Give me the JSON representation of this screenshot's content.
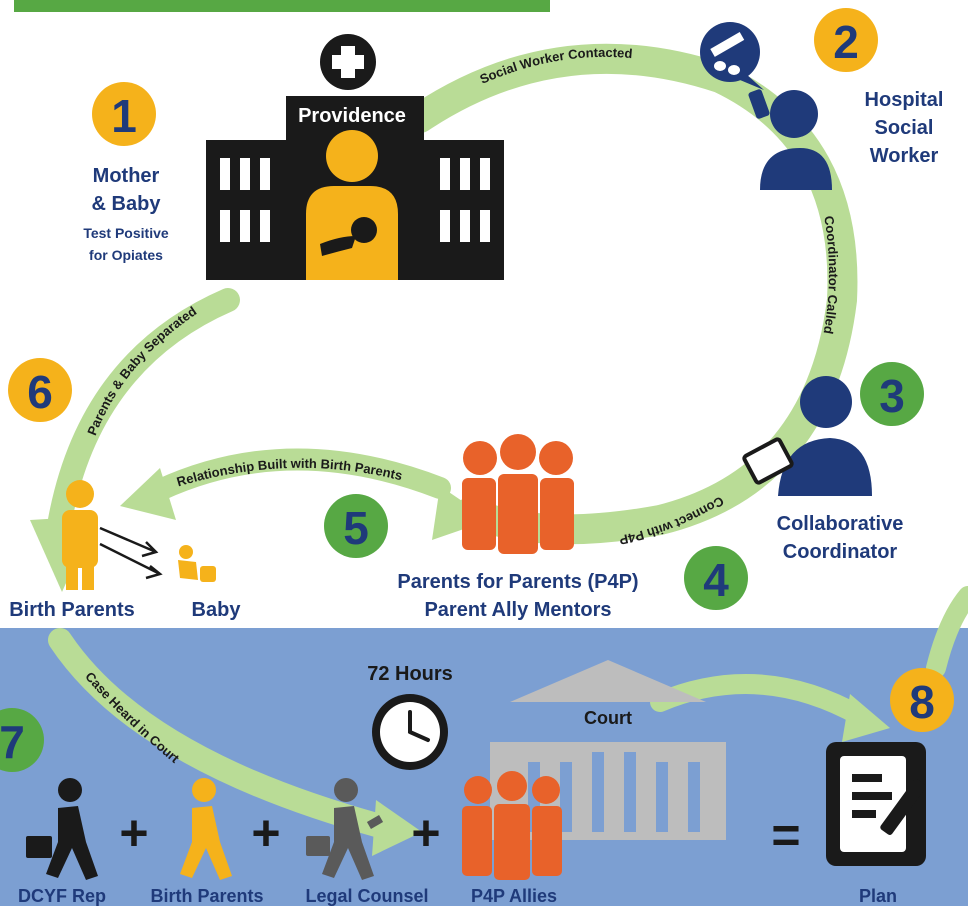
{
  "steps": [
    {
      "num": "1",
      "color": "#F5B21B",
      "title_line1": "Mother",
      "title_line2": "& Baby",
      "sub_line1": "Test Positive",
      "sub_line2": "for Opiates"
    },
    {
      "num": "2",
      "color": "#F5B21B",
      "title_line1": "Hospital",
      "title_line2": "Social",
      "title_line3": "Worker"
    },
    {
      "num": "3",
      "color": "#57A844",
      "title_line1": "Collaborative",
      "title_line2": "Coordinator"
    },
    {
      "num": "4",
      "color": "#57A844"
    },
    {
      "num": "5",
      "color": "#57A844",
      "title_line1": "Parents for Parents (P4P)",
      "title_line2": "Parent Ally Mentors"
    },
    {
      "num": "6",
      "color": "#F5B21B"
    },
    {
      "num": "7",
      "color": "#57A844"
    },
    {
      "num": "8",
      "color": "#F5B21B"
    }
  ],
  "hospital": {
    "name": "Providence"
  },
  "arrows": {
    "social_worker_contacted": "Social Worker Contacted",
    "coordinator_called": "Coordinator Called",
    "connect_with_p4p": "Connect with P4P",
    "relationship_built": "Relationship Built with Birth Parents",
    "parents_baby_separated": "Parents & Baby Separated",
    "case_heard": "Case Heard in Court"
  },
  "family": {
    "birth_parents": "Birth Parents",
    "baby": "Baby"
  },
  "court": {
    "timer": "72 Hours",
    "building": "Court",
    "labels": [
      "DCYF Rep",
      "Birth Parents",
      "Legal Counsel",
      "P4P Allies",
      "Plan"
    ],
    "plus": "+",
    "equals": "="
  },
  "colors": {
    "yellow": "#F5B21B",
    "green": "#57A844",
    "light_green": "#B9DC96",
    "navy": "#1F3A7A",
    "orange": "#E8622A",
    "blue_band": "#7C9FD2",
    "dark": "#1A1A1A"
  }
}
